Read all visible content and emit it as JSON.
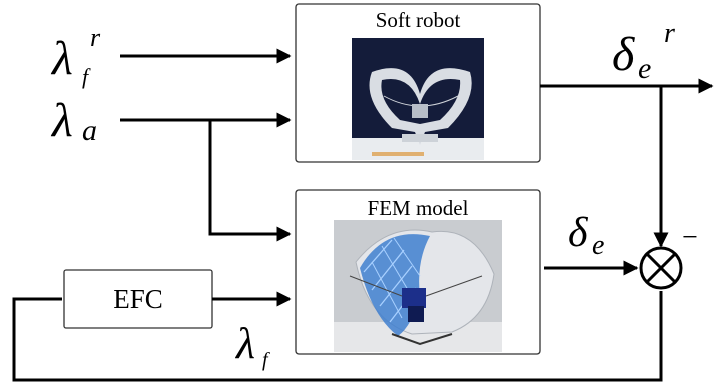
{
  "blocks": {
    "soft_robot": {
      "title": "Soft robot"
    },
    "fem_model": {
      "title": "FEM model"
    },
    "efc": {
      "title": "EFC"
    }
  },
  "signals": {
    "lambda_f_r": {
      "base": "λ",
      "sub": "f",
      "sup": "r"
    },
    "lambda_a": {
      "base": "λ",
      "sub": "a"
    },
    "lambda_f": {
      "base": "λ",
      "sub": "f"
    },
    "delta_e_r": {
      "base": "δ",
      "sub": "e",
      "sup": "r"
    },
    "delta_e": {
      "base": "δ",
      "sub": "e"
    }
  },
  "summing_junction": {
    "sign": "−"
  },
  "colors": {
    "line": "#000000",
    "robot_photo_bg": "#141c3a",
    "robot_body": "#d9dde3",
    "fem_photo_bg": "#c9ccd0",
    "fem_mesh": "#3f7fcf",
    "fem_motor": "#1c2f8a"
  }
}
